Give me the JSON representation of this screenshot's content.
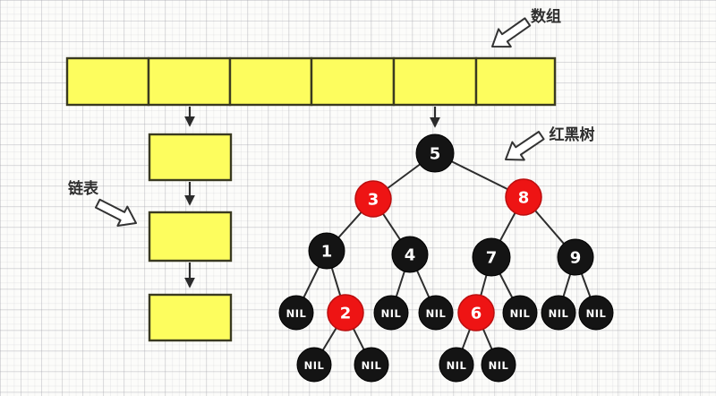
{
  "diagram": {
    "labels": {
      "array": "数组",
      "linked_list": "链表",
      "red_black_tree": "红黑树"
    },
    "array": {
      "cells": [
        "",
        "",
        "",
        "",
        "",
        ""
      ]
    },
    "linked_list": {
      "nodes": [
        "",
        "",
        ""
      ]
    },
    "tree": {
      "nodes": [
        {
          "value": "5",
          "color": "black"
        },
        {
          "value": "3",
          "color": "red"
        },
        {
          "value": "8",
          "color": "red"
        },
        {
          "value": "1",
          "color": "black"
        },
        {
          "value": "4",
          "color": "black"
        },
        {
          "value": "7",
          "color": "black"
        },
        {
          "value": "9",
          "color": "black"
        },
        {
          "value": "NIL",
          "color": "black"
        },
        {
          "value": "2",
          "color": "red"
        },
        {
          "value": "NIL",
          "color": "black"
        },
        {
          "value": "NIL",
          "color": "black"
        },
        {
          "value": "6",
          "color": "red"
        },
        {
          "value": "NIL",
          "color": "black"
        },
        {
          "value": "NIL",
          "color": "black"
        },
        {
          "value": "NIL",
          "color": "black"
        },
        {
          "value": "NIL",
          "color": "black"
        },
        {
          "value": "NIL",
          "color": "black"
        },
        {
          "value": "NIL",
          "color": "black"
        },
        {
          "value": "NIL",
          "color": "black"
        }
      ],
      "edges": [
        [
          0,
          1
        ],
        [
          0,
          2
        ],
        [
          1,
          3
        ],
        [
          1,
          4
        ],
        [
          2,
          5
        ],
        [
          2,
          6
        ],
        [
          3,
          7
        ],
        [
          3,
          8
        ],
        [
          4,
          9
        ],
        [
          4,
          10
        ],
        [
          5,
          11
        ],
        [
          5,
          12
        ],
        [
          6,
          13
        ],
        [
          6,
          14
        ],
        [
          8,
          15
        ],
        [
          8,
          16
        ],
        [
          11,
          17
        ],
        [
          11,
          18
        ]
      ]
    },
    "colors": {
      "cell_yellow": "#fdfd5e",
      "node_red": "#ee1414",
      "node_black": "#141414",
      "stroke_dark": "#2d2d2d"
    }
  }
}
